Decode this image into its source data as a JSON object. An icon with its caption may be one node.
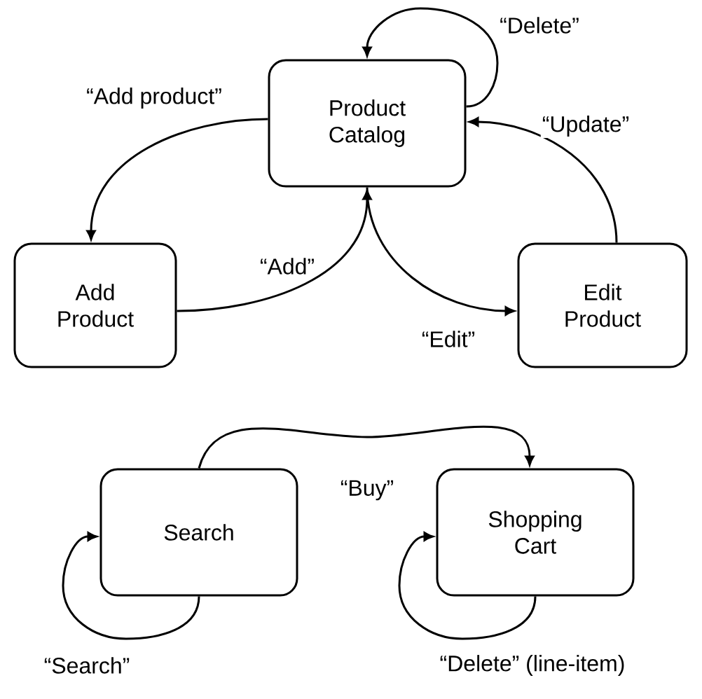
{
  "diagram": {
    "nodes": [
      {
        "text": [
          "Product Catalog"
        ]
      },
      {
        "text": [
          "Add Product"
        ]
      },
      {
        "text": [
          "Edit Product"
        ]
      },
      {
        "text": [
          "Search"
        ]
      },
      {
        "text": [
          "Shopping Cart"
        ]
      }
    ],
    "edges": [
      {
        "from": 0,
        "to": 0,
        "arrow": "to",
        "label": "“Delete”"
      },
      {
        "from": 0,
        "to": 1,
        "arrow": "to",
        "label": "“Add product”"
      },
      {
        "from": 1,
        "to": 0,
        "arrow": "to",
        "label": "“Add”"
      },
      {
        "from": 0,
        "to": 2,
        "arrow": "to",
        "label": "“Edit”"
      },
      {
        "from": 2,
        "to": 0,
        "arrow": "to",
        "label": "“Update”"
      },
      {
        "from": 3,
        "to": 4,
        "arrow": "to",
        "label": "“Buy”"
      },
      {
        "from": 3,
        "to": 3,
        "arrow": "to",
        "label": "“Search”"
      },
      {
        "from": 4,
        "to": 4,
        "arrow": "to",
        "label": "“Delete” (line-item)"
      }
    ]
  }
}
